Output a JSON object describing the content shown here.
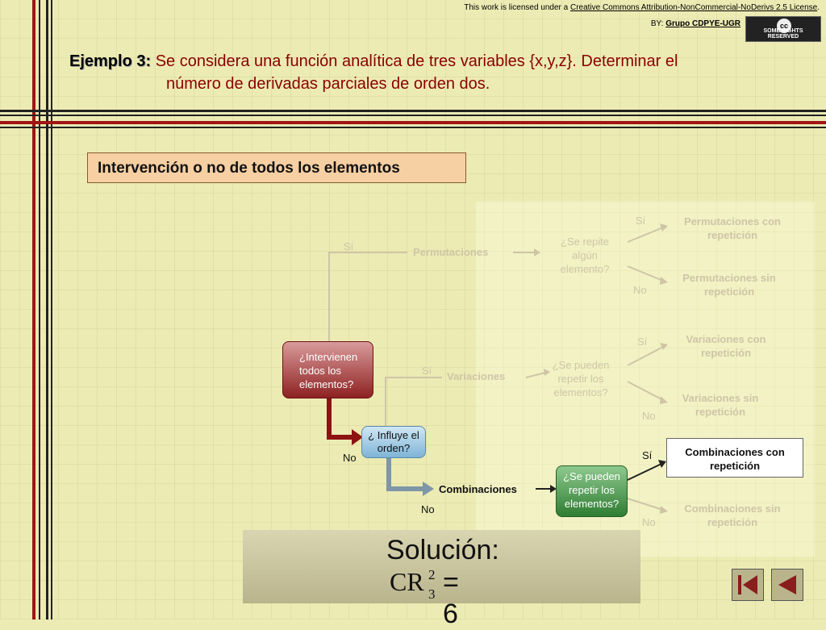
{
  "license": {
    "prefix": "This work is licensed under a",
    "link": "Creative Commons Attribution-NonCommercial-NoDerivs 2.5 License",
    "suffix": ".",
    "by_prefix": "BY:",
    "by_name": "Grupo CDPYE-UGR",
    "badge_cc": "cc",
    "badge_text": "SOME RIGHTS RESERVED"
  },
  "title": {
    "label": "Ejemplo 3:",
    "line1": "Se considera una función analítica de tres variables {x,y,z}. Determinar el",
    "line2": "número de derivadas parciales de orden dos."
  },
  "section_heading": "Intervención o no de todos los elementos",
  "diagram": {
    "q_all": "¿Intervienen todos los elementos?",
    "q_order": "¿ Influye el orden?",
    "permutaciones": "Permutaciones",
    "variaciones": "Variaciones",
    "combinaciones": "Combinaciones",
    "q_repeat_perm": "¿Se repite algún elemento?",
    "q_repeat_var": "¿Se pueden repetir los elementos?",
    "q_repeat_comb": "¿Se pueden repetir los elementos?",
    "perm_con": "Permutaciones con repetición",
    "perm_sin": "Permutaciones sin repetición",
    "var_con": "Variaciones con repetición",
    "var_sin": "Variaciones sin repetición",
    "comb_con": "Combinaciones con repetición",
    "comb_sin": "Combinaciones sin repetición",
    "si": "Sí",
    "no": "No"
  },
  "solution": {
    "label": "Solución:",
    "symbol": "CR",
    "sup": "2",
    "sub": "3",
    "equals": "= 6"
  },
  "colors": {
    "accent_red": "#8b0000",
    "node_red": "#8e2222",
    "node_blue": "#7fb4d6",
    "node_green": "#2f7d33",
    "faded_text": "#cfc5a6"
  },
  "nav": {
    "first": "first-slide-icon",
    "prev": "previous-slide-icon"
  }
}
